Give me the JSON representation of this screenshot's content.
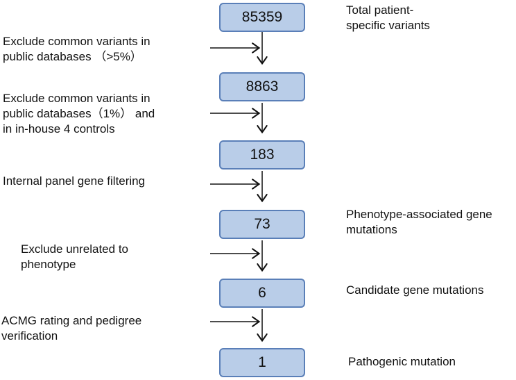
{
  "counts": [
    "85359",
    "8863",
    "183",
    "73",
    "6",
    "1"
  ],
  "filters": [
    "Exclude common variants in\npublic databases （>5%）",
    "Exclude common variants in\npublic databases（1%） and\nin in-house 4 controls",
    "Internal panel gene filtering",
    "Exclude  unrelated to\nphenotype",
    "ACMG rating and pedigree\nverification"
  ],
  "notes": {
    "total": "Total patient-\nspecific variants",
    "phenotype": "Phenotype-associated gene\nmutations",
    "candidate": "Candidate gene mutations",
    "pathogenic": "Pathogenic mutation"
  },
  "colors": {
    "box_fill": "#b9cde8",
    "box_border": "#5a7fb8",
    "arrow": "#111111"
  }
}
